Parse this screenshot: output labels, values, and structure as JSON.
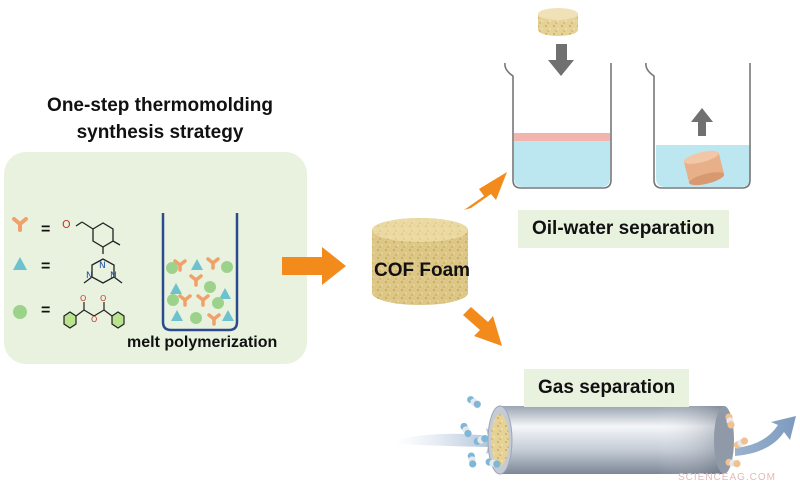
{
  "title_line1": "One-step thermomolding",
  "title_line2": "synthesis strategy",
  "equals": "=",
  "melt_label": "melt polymerization",
  "foam_label": "COF Foam",
  "oil_water_label": "Oil-water separation",
  "gas_label": "Gas separation",
  "watermark": "SCIENCEAG.COM",
  "colors": {
    "panel_bg": "#e9f2de",
    "arrow_orange": "#f38a1c",
    "y_monomer": "#f0a169",
    "triangle_monomer": "#6ec2cf",
    "circle_monomer": "#9dd28d",
    "water": "#bce7f0",
    "oil_layer": "#f2b5ad",
    "foam": "#e8d59a",
    "gray_arrow": "#707070"
  }
}
